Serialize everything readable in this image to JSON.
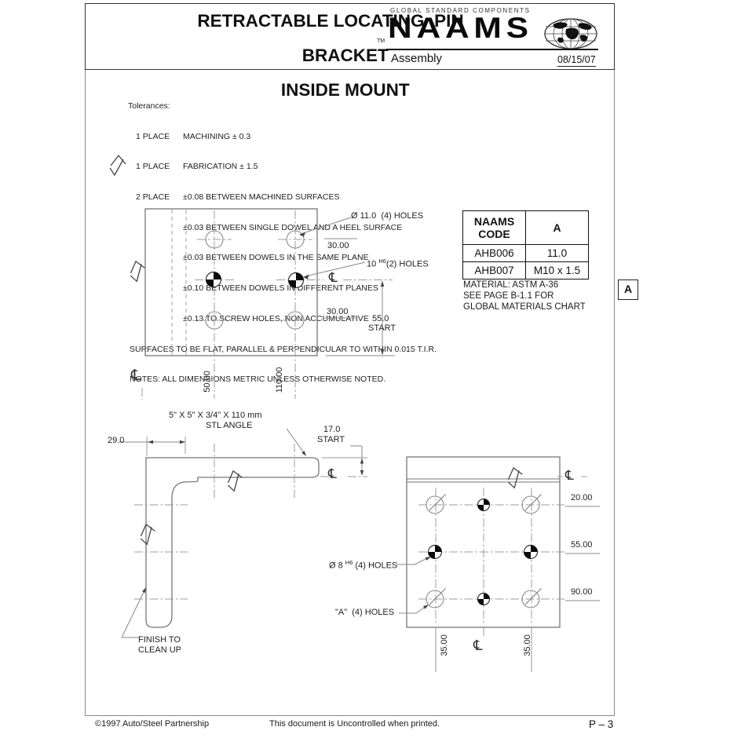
{
  "header": {
    "title_line1": "RETRACTABLE LOCATING  PIN",
    "title_line2": "BRACKET",
    "title_line3": "INSIDE MOUNT",
    "tagline": "GLOBAL STANDARD COMPONENTS",
    "brand": "NAAMS",
    "tm": "TM",
    "subtitle": "Assembly",
    "date": "08/15/07"
  },
  "tolerances": {
    "heading": "Tolerances:",
    "rows": [
      {
        "label": "1 PLACE",
        "text": "MACHINING ± 0.3"
      },
      {
        "label": "1 PLACE",
        "text": "FABRICATION ± 1.5"
      },
      {
        "label": "2 PLACE",
        "text": "±0.08 BETWEEN MACHINED SURFACES"
      },
      {
        "label": "",
        "text": "±0.03 BETWEEN SINGLE DOWEL AND A HEEL SURFACE"
      },
      {
        "label": "",
        "text": "±0.03 BETWEEN DOWELS IN THE SAME PLANE"
      },
      {
        "label": "",
        "text": "±0.10 BETWEEN DOWELS IN DIFFERENT PLANES"
      },
      {
        "label": "",
        "text": "±0.13 TO SCREW HOLES, NON ACCUMULATIVE"
      }
    ],
    "surfaces_note": "SURFACES TO BE FLAT, PARALLEL & PERPENDICULAR TO WITHIN 0.015 T.I.R.",
    "notes": "NOTES: ALL DIMENSIONS METRIC UNLESS OTHERWISE NOTED."
  },
  "code_table": {
    "col1_header_line1": "NAAMS",
    "col1_header_line2": "CODE",
    "col2_header": "A",
    "rows": [
      {
        "code": "AHB006",
        "a": "11.0"
      },
      {
        "code": "AHB007",
        "a": "M10 x 1.5"
      }
    ]
  },
  "material": {
    "line1": "MATERIAL: ASTM A-36",
    "line2": "SEE PAGE B-1.1 FOR",
    "line3": "GLOBAL MATERIALS CHART"
  },
  "detail_ref": "A",
  "symbols": {
    "centerline": "℄"
  },
  "top_view": {
    "holes_label": "Ø 11.0  (4) HOLES",
    "dim_30_top": "30.00",
    "dowel_pre": "10",
    "dowel_sup": "H6",
    "dowel_post": "(2) HOLES",
    "dim_30_bottom": "30.00",
    "dim_55": "55.0",
    "start": "START",
    "col_dim_1": "50.00",
    "col_dim_2": "110.00"
  },
  "angle_view": {
    "stock1": "5\" X 5\" X 3/4\" X 110 mm",
    "stock2": "STL ANGLE",
    "dim_29": "29.0",
    "dim_17": "17.0",
    "start": "START",
    "finish1": "FINISH TO",
    "finish2": "CLEAN UP"
  },
  "right_view": {
    "dim_20": "20.00",
    "dim_55": "55.00",
    "dim_90": "90.00",
    "dowel_pre": "Ø 8",
    "dowel_sup": "H6",
    "dowel_post": " (4) HOLES",
    "a_holes_label": "\"A\"  (4) HOLES",
    "dim_35_left": "35.00",
    "dim_35_right": "35.00"
  },
  "footer": {
    "copyright": "©1997 Auto/Steel Partnership",
    "notice": "This document is Uncontrolled when printed.",
    "page": "P – 3"
  }
}
